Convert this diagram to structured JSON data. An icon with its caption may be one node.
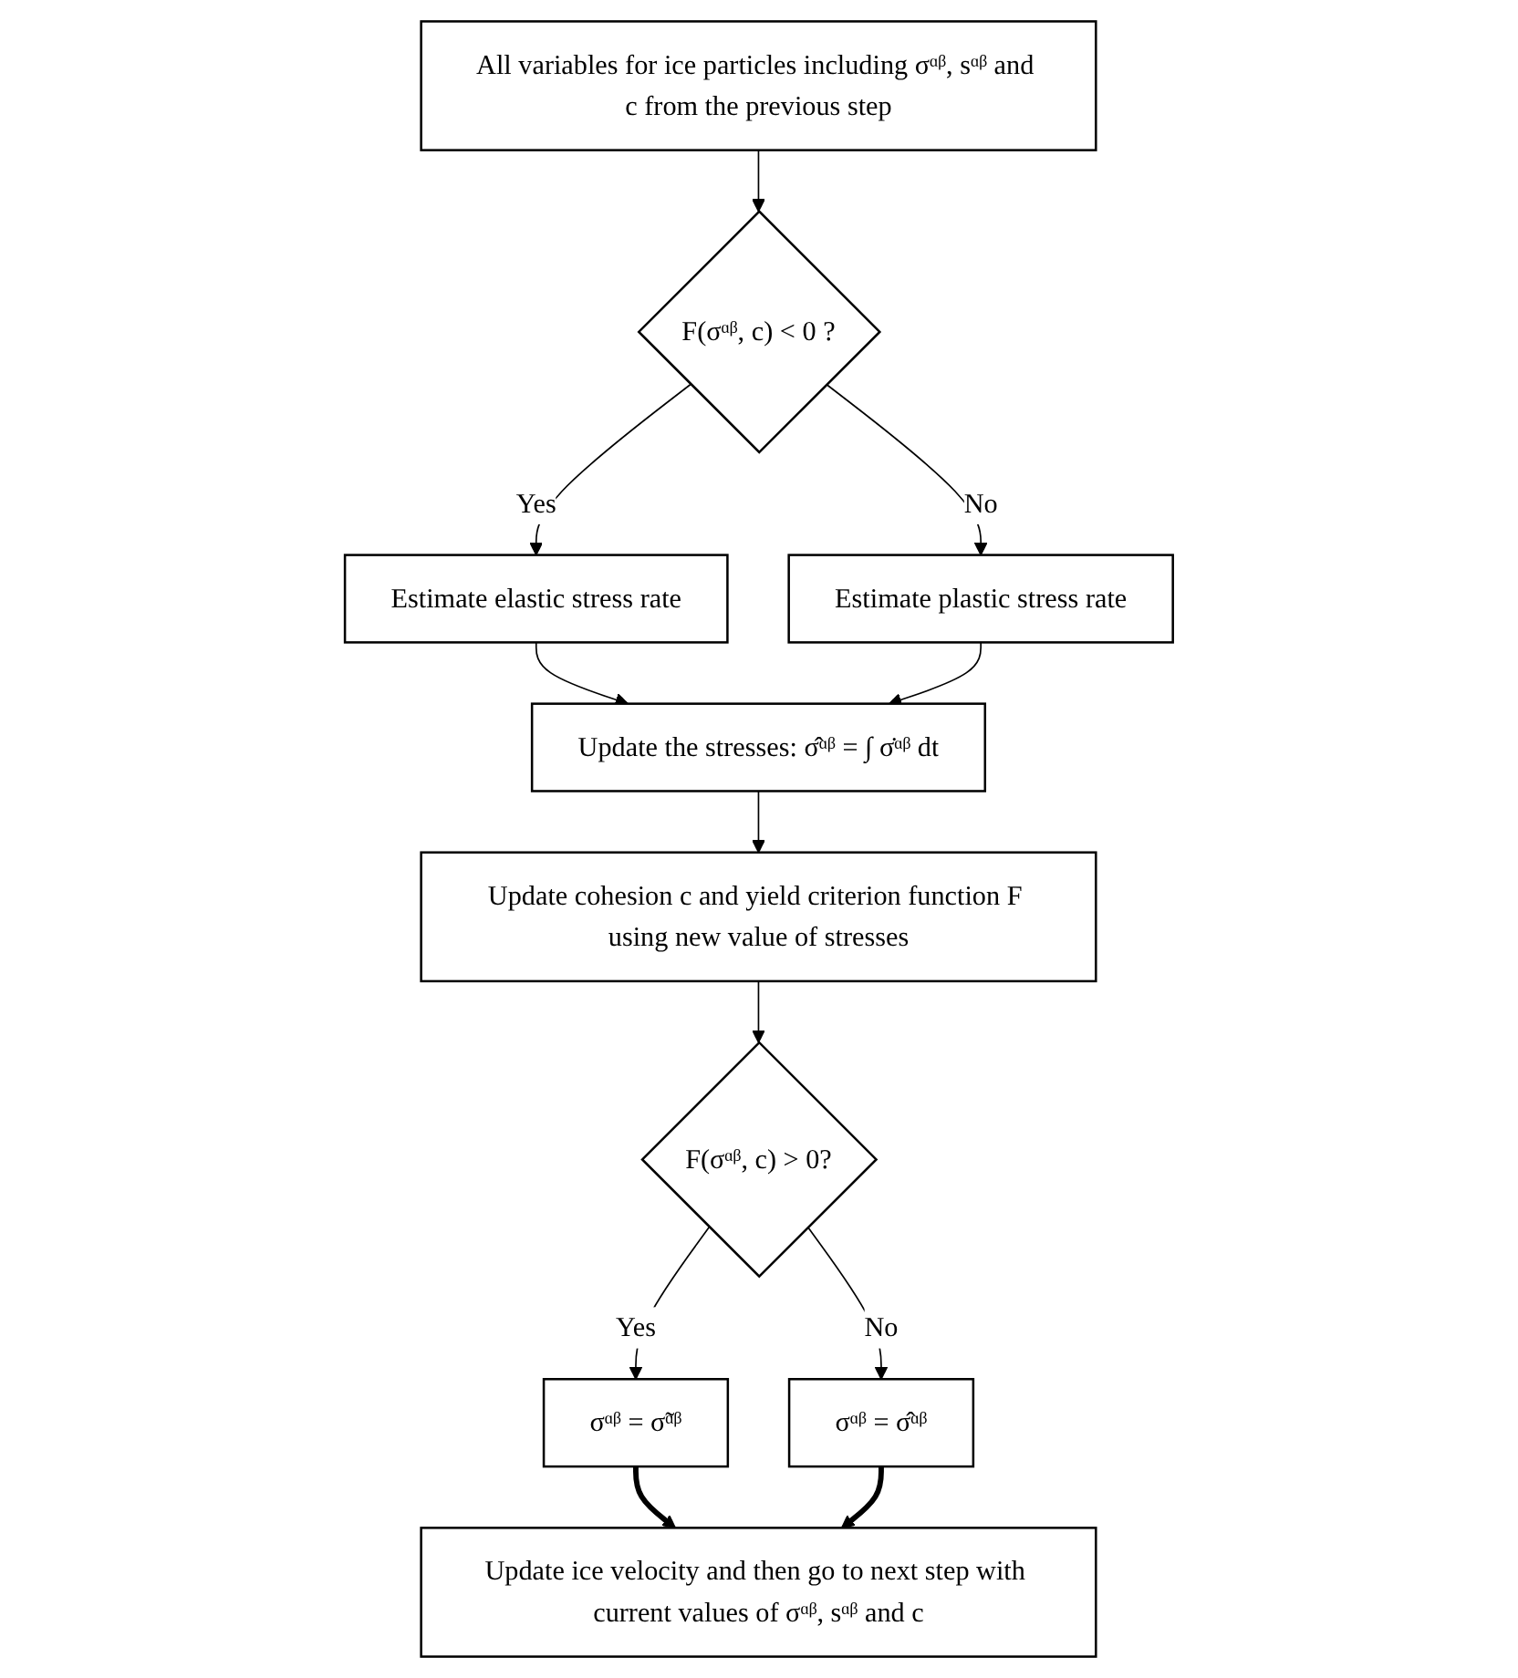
{
  "diagram": {
    "nodes": [
      {
        "text": [
          "All variables for ice particles including σᵅᵝ, sᵅᵝ and c from the previous step"
        ]
      },
      {
        "text": [
          "F(σᵅᵝ, c) < 0 ?"
        ]
      },
      {
        "text": [
          "Estimate elastic stress rate"
        ]
      },
      {
        "text": [
          "Estimate plastic stress rate"
        ]
      },
      {
        "text": [
          "Update the stresses: σ̂ᵅᵝ = ∫ σ̇ᵅᵝ dt"
        ]
      },
      {
        "text": [
          "Update cohesion c and yield criterion function F using new value of stresses"
        ]
      },
      {
        "text": [
          "F(σᵅᵝ, c) > 0?"
        ]
      },
      {
        "text": [
          "σᵅᵝ = σ̃ᵅᵝ"
        ]
      },
      {
        "text": [
          "σᵅᵝ = σ̂ᵅᵝ"
        ]
      },
      {
        "text": [
          "Update ice velocity and then go to next step with current values of σᵅᵝ, sᵅᵝ and c"
        ]
      }
    ],
    "edges": [
      {
        "from": 0,
        "to": 1,
        "arrow": "to"
      },
      {
        "from": 1,
        "to": 2,
        "arrow": "to",
        "label": "Yes"
      },
      {
        "from": 1,
        "to": 3,
        "arrow": "to",
        "label": "No"
      },
      {
        "from": 2,
        "to": 4,
        "arrow": "to"
      },
      {
        "from": 3,
        "to": 4,
        "arrow": "to"
      },
      {
        "from": 4,
        "to": 5,
        "arrow": "to"
      },
      {
        "from": 5,
        "to": 6,
        "arrow": "to"
      },
      {
        "from": 6,
        "to": 7,
        "arrow": "to",
        "label": "Yes"
      },
      {
        "from": 6,
        "to": 8,
        "arrow": "to",
        "label": "No"
      },
      {
        "from": 7,
        "to": 9,
        "arrow": "to",
        "style": "thick"
      },
      {
        "from": 8,
        "to": 9,
        "arrow": "to",
        "style": "thick"
      }
    ]
  }
}
